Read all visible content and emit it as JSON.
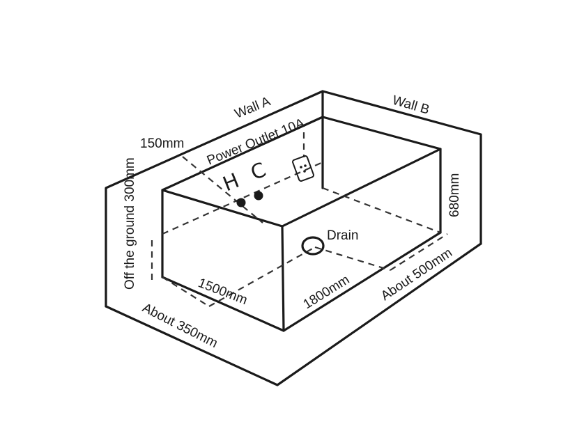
{
  "diagram": {
    "walls": {
      "wall_a": "Wall A",
      "wall_b": "Wall B"
    },
    "fixtures": {
      "power_outlet": "Power Outlet 10A",
      "hot_cold": "H C",
      "drain": "Drain"
    },
    "dimensions": {
      "outlet_offset": "150mm",
      "off_ground": "Off the ground 300mm",
      "height": "680mm",
      "length": "1500mm",
      "width": "1800mm",
      "about_350": "About 350mm",
      "about_500": "About 500mm"
    }
  }
}
